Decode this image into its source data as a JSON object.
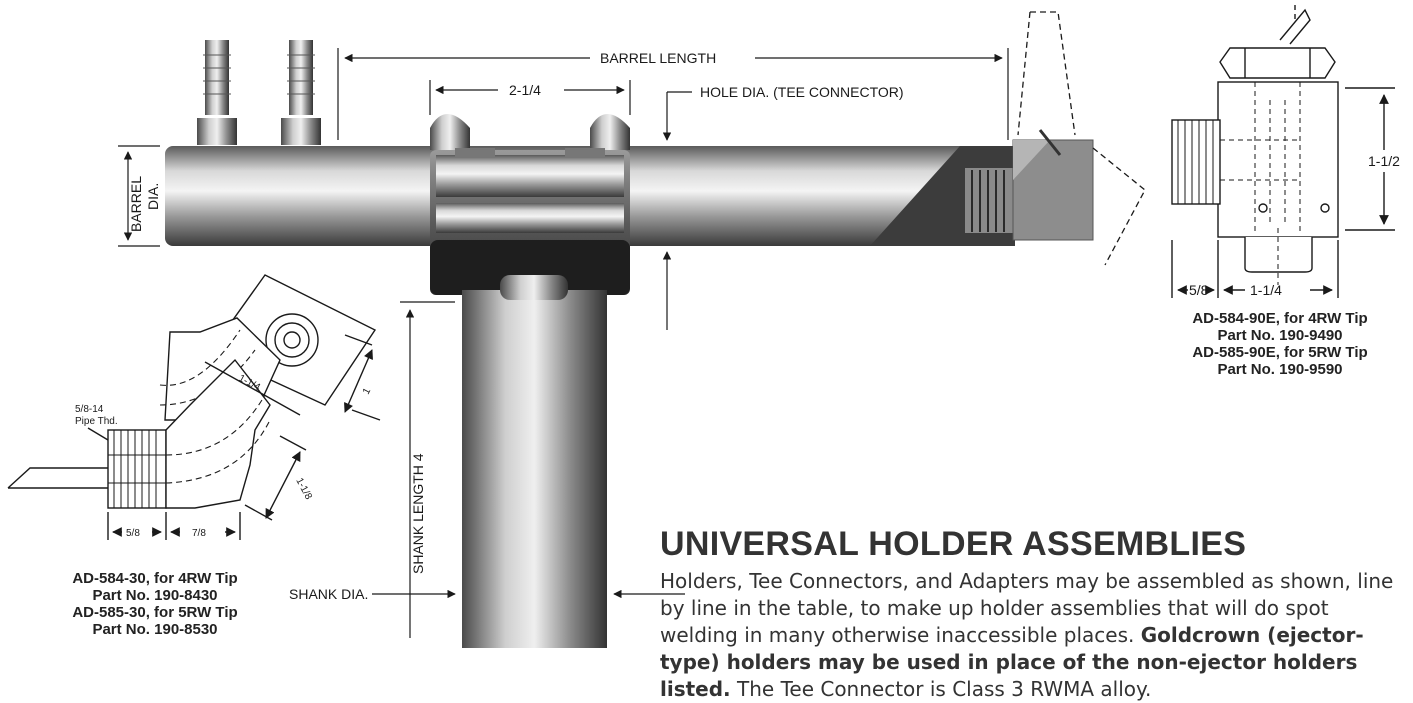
{
  "labels": {
    "barrel_length": "BARREL LENGTH",
    "two_quarter": "2-1/4",
    "hole_dia": "HOLE DIA. (TEE CONNECTOR)",
    "barrel_dia_1": "BARREL",
    "barrel_dia_2": "DIA.",
    "shank_length": "SHANK LENGTH 4",
    "shank_dia": "SHANK DIA.",
    "right_one_half": "1-1/2",
    "right_five_eighths": "5/8",
    "right_one_quarter": "1-1/4",
    "left_thread_1": "5/8-14",
    "left_thread_2": "Pipe Thd.",
    "left_one_quarter": "1-1/4",
    "left_one": "1",
    "left_one_eighth": "1-1/8",
    "left_five_eighths": "5/8",
    "left_seven_eighths": "7/8"
  },
  "right_caption": [
    "AD-584-90E, for 4RW Tip",
    "Part No. 190-9490",
    "AD-585-90E, for 5RW Tip",
    "Part No. 190-9590"
  ],
  "left_caption": [
    "AD-584-30, for 4RW Tip",
    "Part No. 190-8430",
    "AD-585-30, for 5RW Tip",
    "Part No. 190-8530"
  ],
  "heading": "UNIVERSAL HOLDER ASSEMBLIES",
  "description": {
    "part1": "Holders, Tee Connectors, and Adapters may be assembled as shown, line by line in the table, to make up holder assemblies that will do spot welding in many otherwise inaccessible places. ",
    "bold": "Goldcrown (ejector-type) holders may be used in place of the non-ejector holders listed.",
    "part2": " The Tee Connector is Class 3 RWMA alloy."
  }
}
